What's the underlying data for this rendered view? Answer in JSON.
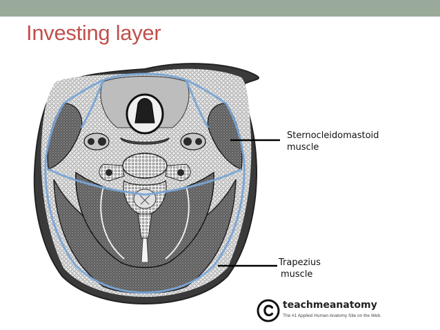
{
  "slide": {
    "title": "Investing layer",
    "title_color": "#c0504d",
    "topbar_color": "#9aaa9a"
  },
  "labels": {
    "scm": [
      "Sternocleidomastoid",
      "muscle"
    ],
    "trapezius": [
      "Trapezius",
      "muscle"
    ]
  },
  "brand": {
    "icon": "copyright-icon",
    "name": "teachmeanatomy",
    "tagline": "The #1 Applied Human Anatomy Site on the Web."
  },
  "colors": {
    "fascia": "#7aa6d6",
    "muscle": "#6e6e6e",
    "bone": "#d8d8d8"
  }
}
